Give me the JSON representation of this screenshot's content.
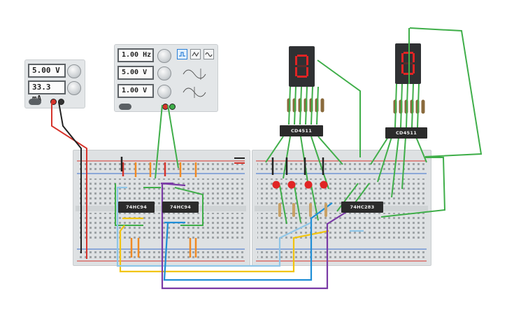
{
  "power_supply": {
    "voltage": "5.00 V",
    "current": "33.3 mA"
  },
  "function_generator": {
    "frequency": "1.00 Hz",
    "amplitude": "5.00 V",
    "dc_offset": "1.00 V",
    "waveforms": [
      "square-wave-icon",
      "triangle-wave-icon",
      "sine-wave-icon"
    ],
    "selected_waveform": "square"
  },
  "chips": {
    "counter_left": "74HC94",
    "counter_right": "74HC94",
    "adder": "74HC283",
    "decoder_left": "CD4511",
    "decoder_right": "CD4511"
  },
  "colors": {
    "wire_red": "#d6332b",
    "wire_black": "#222222",
    "wire_green": "#3fae49",
    "wire_orange": "#f08a24",
    "wire_yellow": "#f1c40f",
    "wire_blue": "#1f8ed6",
    "wire_purple": "#7a3aa6",
    "led_red": "#e02424",
    "breadboard": "#dee1e3"
  }
}
